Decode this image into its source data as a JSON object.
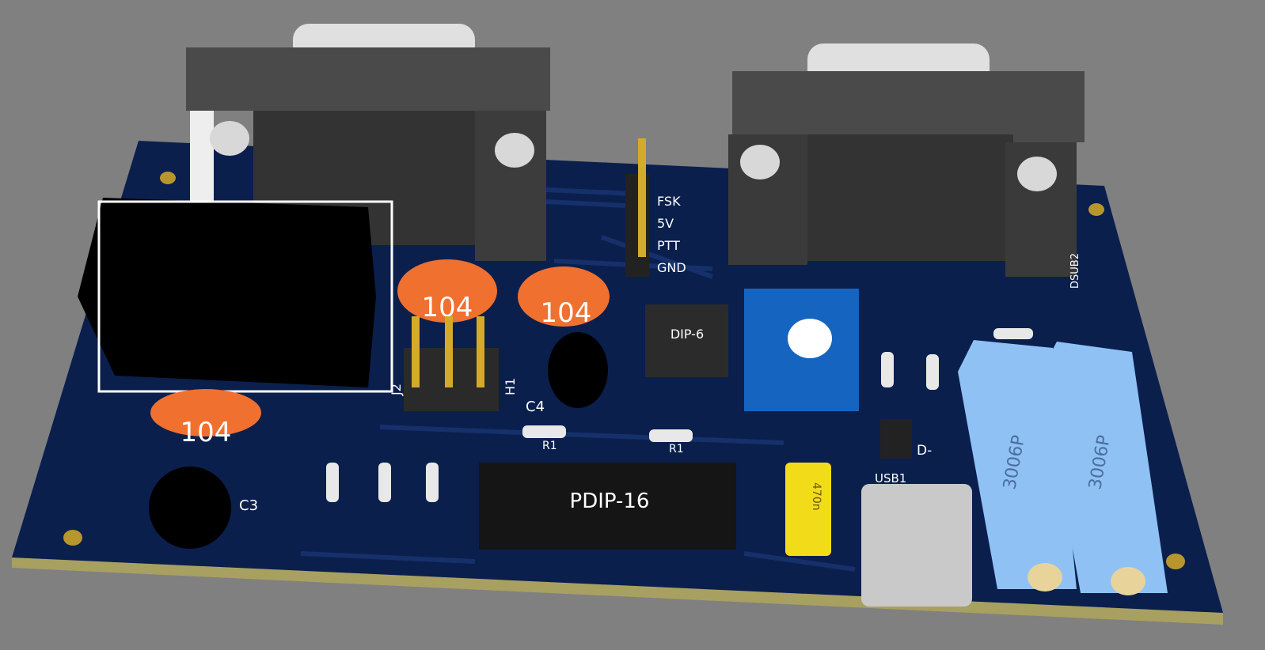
{
  "board": {
    "colors": {
      "background": "#808080",
      "pcb": "#0b1f4d",
      "silkscreen": "#ffffff",
      "pad": "#b8962e",
      "cap": "#f07030",
      "pot": "#8fc1f5",
      "trimmer": "#1565c0"
    },
    "header_labels": [
      "FSK",
      "5V",
      "PTT",
      "GND"
    ],
    "capacitors": [
      {
        "value": "104"
      },
      {
        "value": "104"
      },
      {
        "value": "104"
      }
    ],
    "designators": {
      "c3": "C3",
      "c4": "C4",
      "j2": "J2",
      "h1": "H1",
      "r1a": "R1",
      "r1b": "R1",
      "d_minus": "D-",
      "usb": "USB1",
      "dsub": "DSUB2"
    },
    "ics": {
      "dip6": "DIP-6",
      "pdip16": "PDIP-16"
    },
    "film_cap": "470n",
    "pots": [
      "3006P",
      "3006P"
    ]
  }
}
